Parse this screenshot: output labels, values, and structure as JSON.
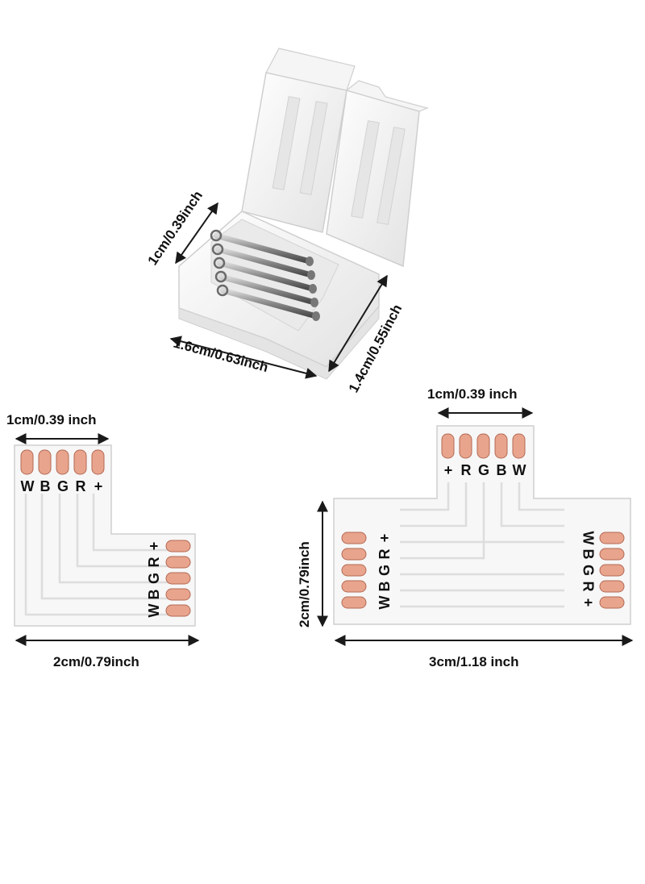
{
  "colors": {
    "copper_pad": "#e8a48c",
    "board_white": "#f7f7f7",
    "connector_plastic": "#f0f0f0",
    "pin_metal": "#8c8c8c",
    "text": "#111111"
  },
  "clip_connector": {
    "dim_height": "1cm/0.39inch",
    "dim_width": "1.6cm/0.63inch",
    "dim_depth": "1.4cm/0.55inch",
    "pin_count": 5
  },
  "l_connector": {
    "dim_top": "1cm/0.39 inch",
    "dim_bottom": "2cm/0.79inch",
    "top_pins": [
      "W",
      "B",
      "G",
      "R",
      "+"
    ],
    "side_pins": [
      "+",
      "R",
      "G",
      "B",
      "W"
    ]
  },
  "t_connector": {
    "dim_top": "1cm/0.39 inch",
    "dim_left": "2cm/0.79inch",
    "dim_bottom": "3cm/1.18 inch",
    "top_pins": [
      "+",
      "R",
      "G",
      "B",
      "W"
    ],
    "left_pins": [
      "+",
      "R",
      "G",
      "B",
      "W"
    ],
    "right_pins": [
      "W",
      "B",
      "G",
      "R",
      "+"
    ]
  }
}
